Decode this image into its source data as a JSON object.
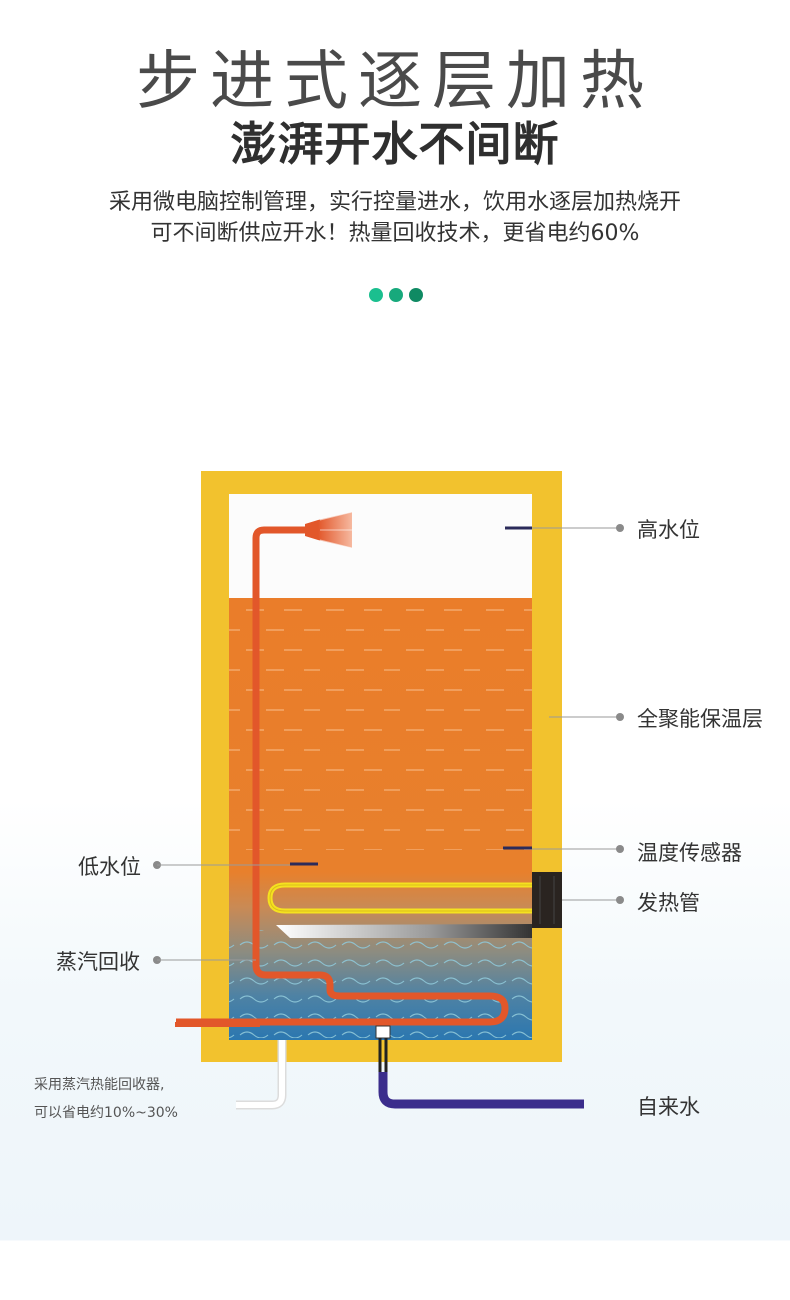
{
  "header": {
    "title": "步进式逐层加热",
    "subtitle": "澎湃开水不间断",
    "description_line1": "采用微电脑控制管理，实行控量进水，饮用水逐层加热烧开",
    "description_line2": "可不间断供应开水！热量回收技术，更省电约60%"
  },
  "dots": [
    "#1bbf8f",
    "#17a97c",
    "#0f8a63"
  ],
  "labels": {
    "high_water": "高水位",
    "insulation": "全聚能保温层",
    "temp_sensor": "温度传感器",
    "heating_tube": "发热管",
    "low_water": "低水位",
    "steam_recovery": "蒸汽回收",
    "tap_water": "自来水"
  },
  "note": {
    "line1": "采用蒸汽热能回收器,",
    "line2": "可以省电约10%~30%"
  },
  "colors": {
    "insulation_yellow": "#f2c22e",
    "hot_water_orange": "#ea7d2a",
    "pipe_red": "#e2572a",
    "cold_water_blue": "#2d7bb2",
    "inlet_pipe_navy": "#3b2d8c"
  }
}
